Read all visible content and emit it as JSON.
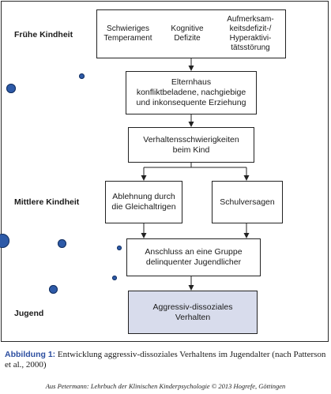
{
  "colors": {
    "accent": "#2c4ea0",
    "highlight_fill": "#d8dcec",
    "dot_fill": "#2d5aa8",
    "dot_edge": "#15305f"
  },
  "stages": {
    "early": "Frühe Kindheit",
    "middle": "Mittlere Kindheit",
    "youth": "Jugend"
  },
  "nodes": {
    "temperament": "Schwieriges\nTemperament",
    "cognitive": "Kognitive\nDefizite",
    "adhd": "Aufmerksam-\nkeitsdefizit-/\nHyperaktivi-\ntätsstörung",
    "parents": "Elternhaus\nkonfliktbeladene, nachgiebige\nund inkonsequente Erziehung",
    "behavior": "Verhaltensschwierigkeiten\nbeim Kind",
    "rejection": "Ablehnung durch\ndie Gleichaltrigen",
    "school": "Schulversagen",
    "peers": "Anschluss an eine Gruppe\ndelinquenter Jugendlicher",
    "outcome": "Aggressiv-dissoziales\nVerhalten"
  },
  "caption": {
    "label": "Abbildung 1:",
    "text": " Entwicklung aggressiv-dissoziales Verhaltens im Jugendalter (nach Patterson et al., 2000)"
  },
  "credit": "Aus Petermann: Lehrbuch der Klinischen Kinderpsychologie © 2013 Hogrefe, Göttingen"
}
